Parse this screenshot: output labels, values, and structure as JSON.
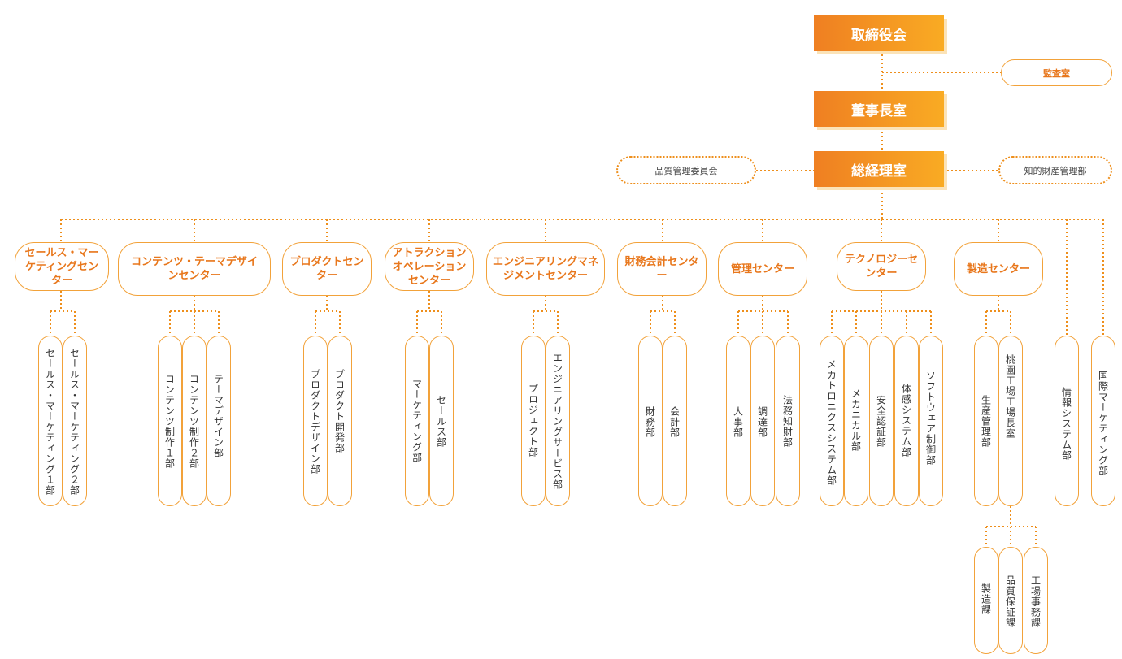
{
  "executive": {
    "board": "取締役会",
    "audit": "監査室",
    "chairman": "董事長室",
    "president": "総経理室",
    "quality_committee": "品質管理委員会",
    "ip_dept": "知的財産管理部"
  },
  "centers": [
    {
      "label": "セールス・マーケティングセンター",
      "depts": [
        "セールス・マーケティング１部",
        "セールス・マーケティング２部"
      ]
    },
    {
      "label": "コンテンツ・テーマデザインセンター",
      "depts": [
        "コンテンツ制作１部",
        "コンテンツ制作２部",
        "テーマデザイン部"
      ]
    },
    {
      "label": "プロダクトセンター",
      "depts": [
        "プロダクトデザイン部",
        "プロダクト開発部"
      ]
    },
    {
      "label": "アトラクションオペレーションセンター",
      "depts": [
        "マーケティング部",
        "セールス部"
      ]
    },
    {
      "label": "エンジニアリングマネジメントセンター",
      "depts": [
        "プロジェクト部",
        "エンジニアリングサービス部"
      ]
    },
    {
      "label": "財務会計センター",
      "depts": [
        "財務部",
        "会計部"
      ]
    },
    {
      "label": "管理センター",
      "depts": [
        "人事部",
        "調達部",
        "法務知財部"
      ]
    },
    {
      "label": "テクノロジーセンター",
      "depts": [
        "メカトロニクスシステム部",
        "メカニカル部",
        "安全認証部",
        "体感システム部",
        "ソフトウェア制御部"
      ]
    },
    {
      "label": "製造センター",
      "depts": [
        "生産管理部",
        "桃園工場工場長室"
      ]
    }
  ],
  "standalone_depts": [
    "情報システム部",
    "国際マーケティング部"
  ],
  "factory_sections": [
    "製造課",
    "品質保証課",
    "工場事務課"
  ]
}
